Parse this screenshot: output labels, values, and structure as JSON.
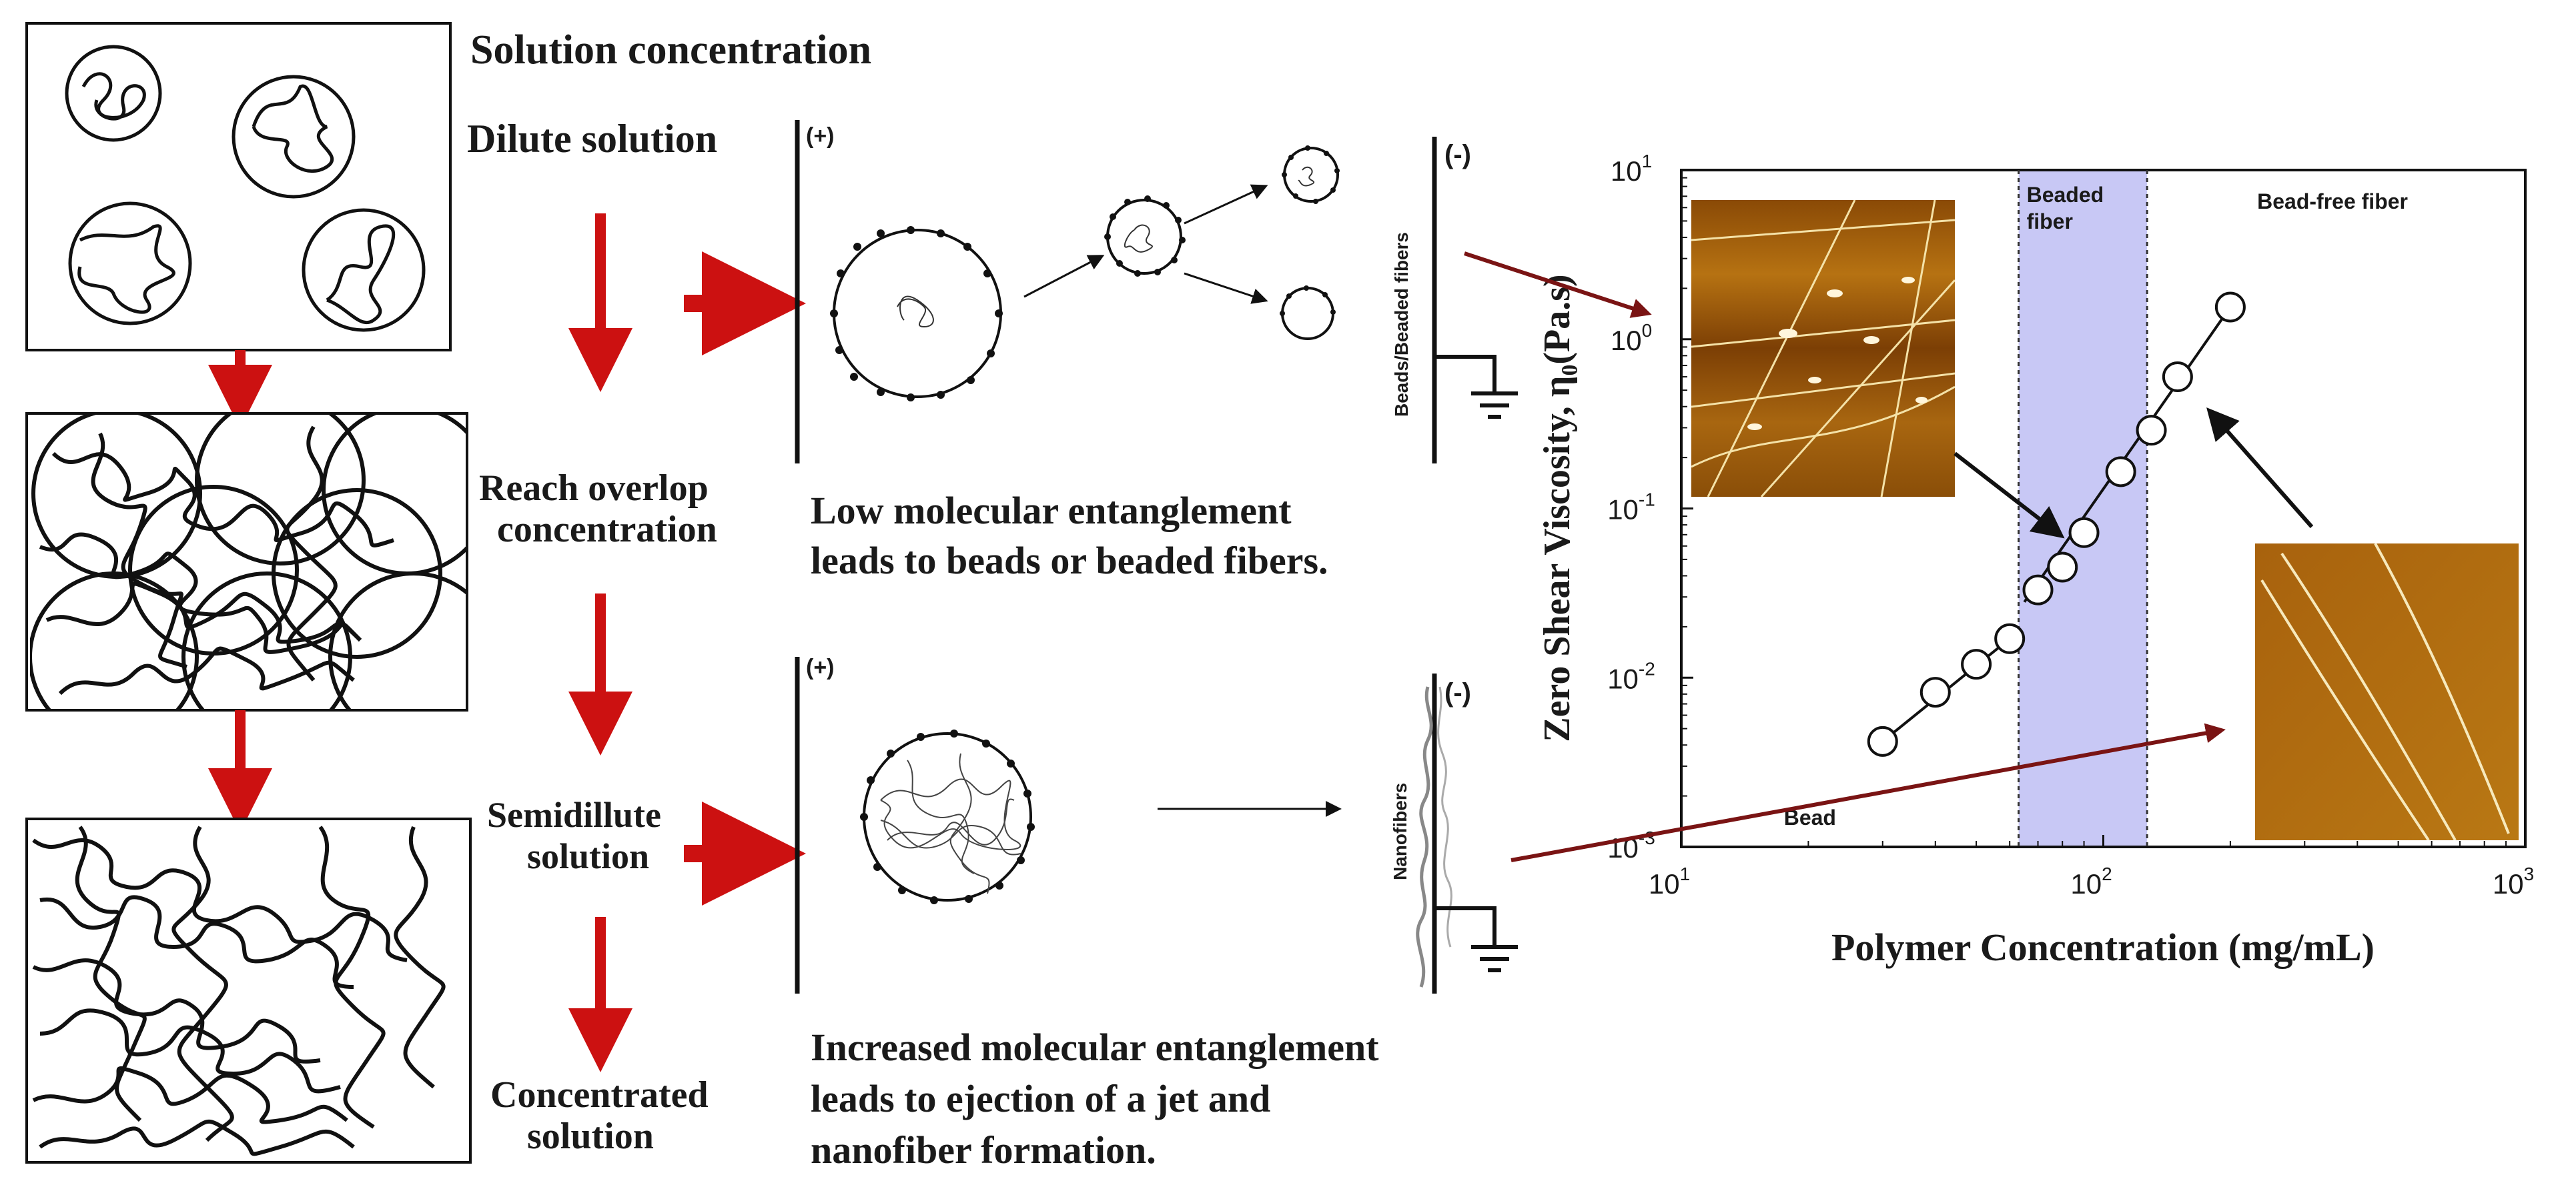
{
  "labels": {
    "solution_concentration": "Solution concentration",
    "dilute": "Dilute solution",
    "overlap_line1": "Reach overlop",
    "overlap_line2": "concentration",
    "semidilute_line1": "Semidillute",
    "semidilute_line2": "solution",
    "concentrated_line1": "Concentrated",
    "concentrated_line2": "solution",
    "low_ent_line1": "Low molecular entanglement",
    "low_ent_line2": "leads to beads or beaded fibers.",
    "inc_ent_line1": "Increased molecular entanglement",
    "inc_ent_line2": "leads to ejection of a jet and",
    "inc_ent_line3": "nanofiber formation.",
    "plus": "(+)",
    "minus": "(-)",
    "beads_beaded_fibers": "Beads/Beaded fibers",
    "nanofibers": "Nanofibers"
  },
  "colors": {
    "arrow_red": "#cc1111",
    "connector_dark_red": "#7a1414",
    "band": "#c8c8f5",
    "sem_brown": "#9a5a0a"
  },
  "chart_data": {
    "type": "scatter",
    "xscale": "log",
    "yscale": "log",
    "xlim": [
      10,
      1000
    ],
    "ylim": [
      0.001,
      10
    ],
    "xlabel": "Polymer Concentration (mg/mL)",
    "ylabel": "Zero Shear Viscosity, η₀(Pa.s)",
    "x_ticks": [
      {
        "base": "10",
        "exp": "1"
      },
      {
        "base": "10",
        "exp": "2"
      },
      {
        "base": "10",
        "exp": "3"
      }
    ],
    "y_ticks": [
      {
        "base": "10",
        "exp": "-3"
      },
      {
        "base": "10",
        "exp": "-2"
      },
      {
        "base": "10",
        "exp": "-1"
      },
      {
        "base": "10",
        "exp": "0"
      },
      {
        "base": "10",
        "exp": "1"
      }
    ],
    "regions": [
      {
        "label": "Bead",
        "from": 10,
        "to": 63
      },
      {
        "label_line1": "Beaded",
        "label_line2": "fiber",
        "from": 63,
        "to": 127
      },
      {
        "label": "Bead-free fiber",
        "from": 127,
        "to": 1000
      }
    ],
    "series": [
      {
        "x": [
          30,
          40,
          50,
          60,
          70,
          80,
          90,
          110,
          130,
          150,
          200
        ],
        "y": [
          0.0042,
          0.0082,
          0.012,
          0.017,
          0.033,
          0.045,
          0.072,
          0.165,
          0.29,
          0.6,
          1.55
        ]
      }
    ],
    "fit_segments": [
      {
        "x": [
          30,
          60
        ],
        "y": [
          0.0042,
          0.017
        ]
      },
      {
        "x": [
          65,
          200
        ],
        "y": [
          0.028,
          1.55
        ]
      }
    ],
    "grid": false
  }
}
